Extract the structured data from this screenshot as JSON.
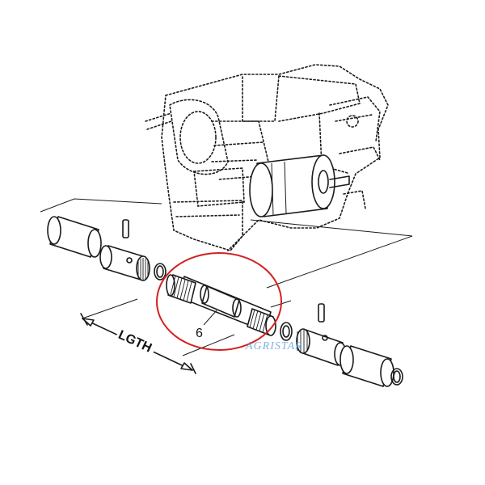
{
  "diagram": {
    "length_label": "LGTH",
    "part_number": "6",
    "watermark": "AGRISTAR",
    "highlight_color": "#d42020",
    "watermark_color": "#5b9bd5"
  }
}
